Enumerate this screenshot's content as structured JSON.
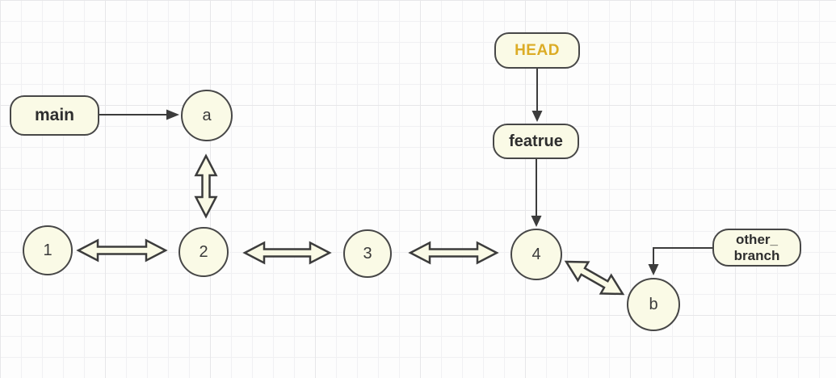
{
  "diagram": {
    "branch_pointers": [
      {
        "id": "main",
        "label": "main"
      },
      {
        "id": "head",
        "label": "HEAD"
      },
      {
        "id": "feature",
        "label": "featrue"
      },
      {
        "id": "other_branch",
        "line1": "other_",
        "line2": "branch"
      }
    ],
    "commit_nodes": [
      {
        "id": "a",
        "label": "a"
      },
      {
        "id": "b",
        "label": "b"
      },
      {
        "id": "1",
        "label": "1"
      },
      {
        "id": "2",
        "label": "2"
      },
      {
        "id": "3",
        "label": "3"
      },
      {
        "id": "4",
        "label": "4"
      }
    ],
    "colors": {
      "shape_fill": "#FAFAE6",
      "shape_border": "#474747",
      "head_text": "#DCAC25",
      "label_text": "#2E2E2E",
      "connector": "#3C3C3C"
    }
  }
}
